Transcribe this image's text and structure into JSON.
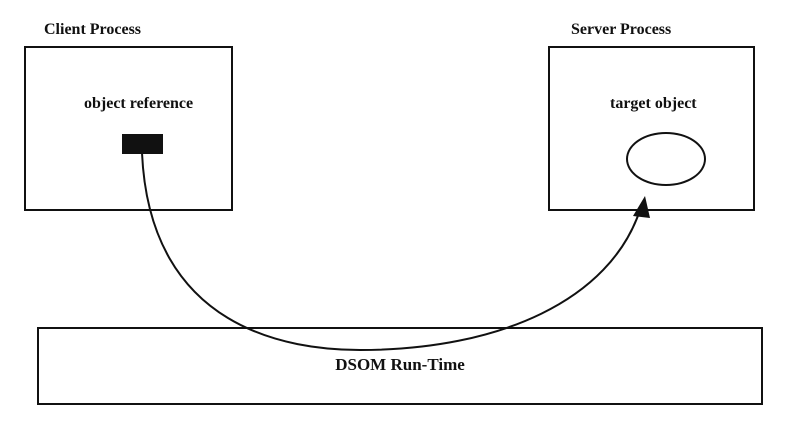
{
  "client": {
    "title": "Client Process",
    "inner_label": "object reference"
  },
  "server": {
    "title": "Server Process",
    "inner_label": "target object"
  },
  "runtime": {
    "label": "DSOM Run-Time"
  },
  "colors": {
    "ink": "#111111",
    "background": "#ffffff"
  }
}
